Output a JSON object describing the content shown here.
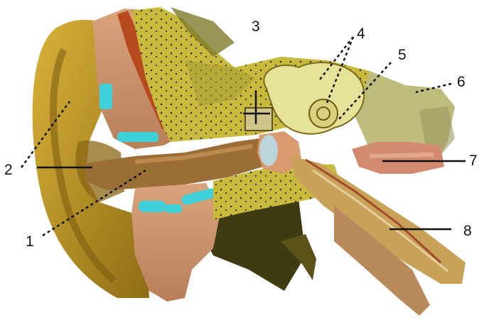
{
  "labels": {
    "l1": "1",
    "l2": "2",
    "l3": "3",
    "l4": "4",
    "l5": "5",
    "l6": "6",
    "l7": "7",
    "l8": "8"
  },
  "colors": {
    "pinna": "#b08a1c",
    "pinna_light": "#d9b23a",
    "bone": "#c8ba3c",
    "bone_dots": "#3a2f0e",
    "flesh": "#c8926a",
    "canal": "#9a6e36",
    "cyan": "#3fd0d8",
    "red_strip": "#b84a20",
    "inner_ear": "#e6e29a",
    "nerve": "#d28a70",
    "tube": "#c9a25a",
    "dark": "#3e3a12"
  }
}
